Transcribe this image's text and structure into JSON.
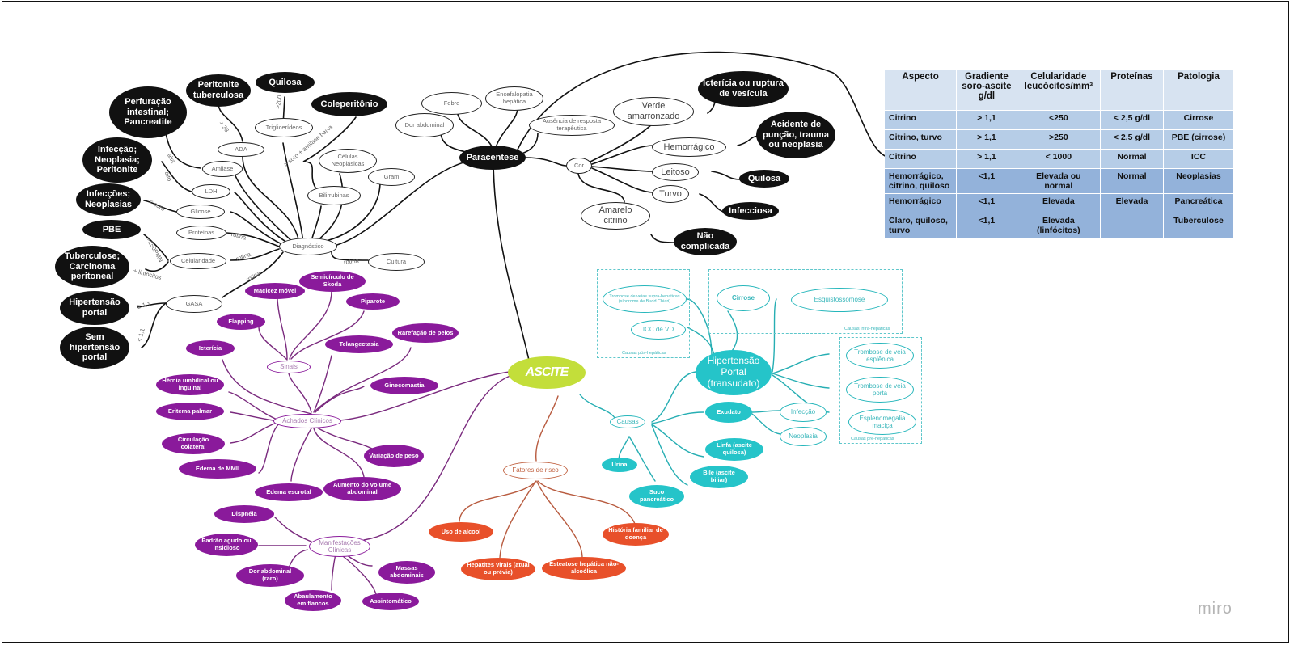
{
  "diagram": {
    "central": "ASCITE",
    "paracentese": {
      "label": "Paracentese",
      "indications": [
        "Febre",
        "Encefalopatia hepática",
        "Dor abdominal",
        "Ausência de resposta terapêutica"
      ],
      "cor": {
        "label": "Cor",
        "items": [
          {
            "label": "Verde amarronzado",
            "result": "Icterícia ou ruptura de vesícula"
          },
          {
            "label": "Hemorrágico",
            "result": "Acidente de punção, trauma ou neoplasia"
          },
          {
            "label": "Leitoso",
            "result": "Quilosa"
          },
          {
            "label": "Turvo",
            "result": "Infecciosa"
          },
          {
            "label": "Amarelo citrino",
            "result": "Não complicada"
          }
        ]
      }
    },
    "diagnostico": {
      "label": "Diagnóstico",
      "items": [
        {
          "label": "Triglicerídeos",
          "edge": ">200",
          "result": "Quilosa"
        },
        {
          "label": "ADA",
          "edge": "> 33",
          "result": "Peritonite tuberculosa"
        },
        {
          "label": "Amilase",
          "edge": "alta",
          "result": "Perfuração intestinal; Pancreatite"
        },
        {
          "label": "LDH",
          "edge": "alto",
          "result": "Infecção; Neoplasia; Peritonite"
        },
        {
          "label": "Glicose",
          "edge": "< soro",
          "result": "Infecções; Neoplasias"
        },
        {
          "label": "Proteínas",
          "edge_to_diag": "rotina"
        },
        {
          "label": "Celularidade",
          "edge_to_diag": "rotina",
          "edges": [
            ">250PMN",
            "+ linfócitos"
          ],
          "results": [
            "PBE",
            "Tuberculose; Carcinoma peritoneal"
          ]
        },
        {
          "label": "GASA",
          "edge_to_diag": "rotina",
          "edges": [
            "≥ 1,1",
            "< 1,1"
          ],
          "results": [
            "Hipertensão portal",
            "Sem hipertensão portal"
          ]
        },
        {
          "label": "Bilirrubinas",
          "edge": "> soro + amilase baixa",
          "result": "Coleperitônio"
        },
        {
          "label": "Células Neoplásicas"
        },
        {
          "label": "Gram"
        },
        {
          "label": "Cultura",
          "edge_to_diag": "rotina"
        }
      ]
    },
    "achados": {
      "label": "Achados Clínicos",
      "sinais": {
        "label": "Sinais",
        "items": [
          "Macicez móvel",
          "Semicírculo de Skoda",
          "Piparote",
          "Flapping"
        ]
      },
      "items": [
        "Icterícia",
        "Telangectasia",
        "Rarefação de pelos",
        "Ginecomastia",
        "Hérnia umbilical ou inguinal",
        "Eritema palmar",
        "Circulação colateral",
        "Edema de MMII",
        "Edema escrotal",
        "Aumento do volume abdominal",
        "Variação de peso"
      ]
    },
    "manifestacoes": {
      "label": "Manifestações Clínicas",
      "items": [
        "Dispnéia",
        "Padrão agudo ou insidioso",
        "Dor abdominal (raro)",
        "Abaulamento em flancos",
        "Assintomático",
        "Massas abdominais"
      ]
    },
    "fatores": {
      "label": "Fatores de risco",
      "items": [
        "Uso de alcool",
        "Hepatites virais (atual ou prévia)",
        "Esteatose hepática não-alcoólica",
        "História familiar de doença"
      ]
    },
    "causas": {
      "label": "Causas",
      "hipertensao": "Hipertensão Portal (transudato)",
      "pos_hepaticas": {
        "caption": "Causas pós-hepáticas",
        "items": [
          "Trombose de veias supra-hepaticas (síndrome de Budd Chiari)",
          "ICC de VD"
        ]
      },
      "intra_hepaticas": {
        "caption": "Causas intra-hepáticas",
        "items": [
          "Cirrose",
          "Esquistossomose"
        ]
      },
      "pre_hepaticas": {
        "caption": "Causas pré-hepáticas",
        "items": [
          "Trombose de veia esplênica",
          "Trombose de veia porta",
          "Esplenomegalia maciça"
        ]
      },
      "exudato": {
        "label": "Exudato",
        "items": [
          "Infecção",
          "Neoplasia"
        ]
      },
      "others": [
        "Linfa (ascite quilosa)",
        "Bile (ascite biliar)",
        "Suco pancreático",
        "Urina"
      ]
    }
  },
  "table": {
    "headers": [
      "Aspecto",
      "Gradiente soro-ascite g/dl",
      "Celularidade leucócitos/mm³",
      "Proteínas",
      "Patologia"
    ],
    "rows": [
      [
        "Citrino",
        "> 1,1",
        "<250",
        "< 2,5 g/dl",
        "Cirrose"
      ],
      [
        "Citrino, turvo",
        "> 1,1",
        ">250",
        "< 2,5 g/dl",
        "PBE (cirrose)"
      ],
      [
        "Citrino",
        "> 1,1",
        "< 1000",
        "Normal",
        "ICC"
      ],
      [
        "Hemorrágico, citrino, quiloso",
        "<1,1",
        "Elevada ou normal",
        "Normal",
        "Neoplasias"
      ],
      [
        "Hemorrágico",
        "<1,1",
        "Elevada",
        "Elevada",
        "Pancreática"
      ],
      [
        "Claro, quiloso, turvo",
        "<1,1",
        "Elevada (linfócitos)",
        "",
        "Tuberculose"
      ]
    ]
  },
  "watermark": "miro",
  "colors": {
    "black": "#111111",
    "purple": "#8a1a9b",
    "orange": "#e8502a",
    "teal": "#25c4c9",
    "lime": "#c3de3a",
    "table_header": "#d7e3f1",
    "table_light": "#b6cde7",
    "table_dark": "#93b2da"
  }
}
